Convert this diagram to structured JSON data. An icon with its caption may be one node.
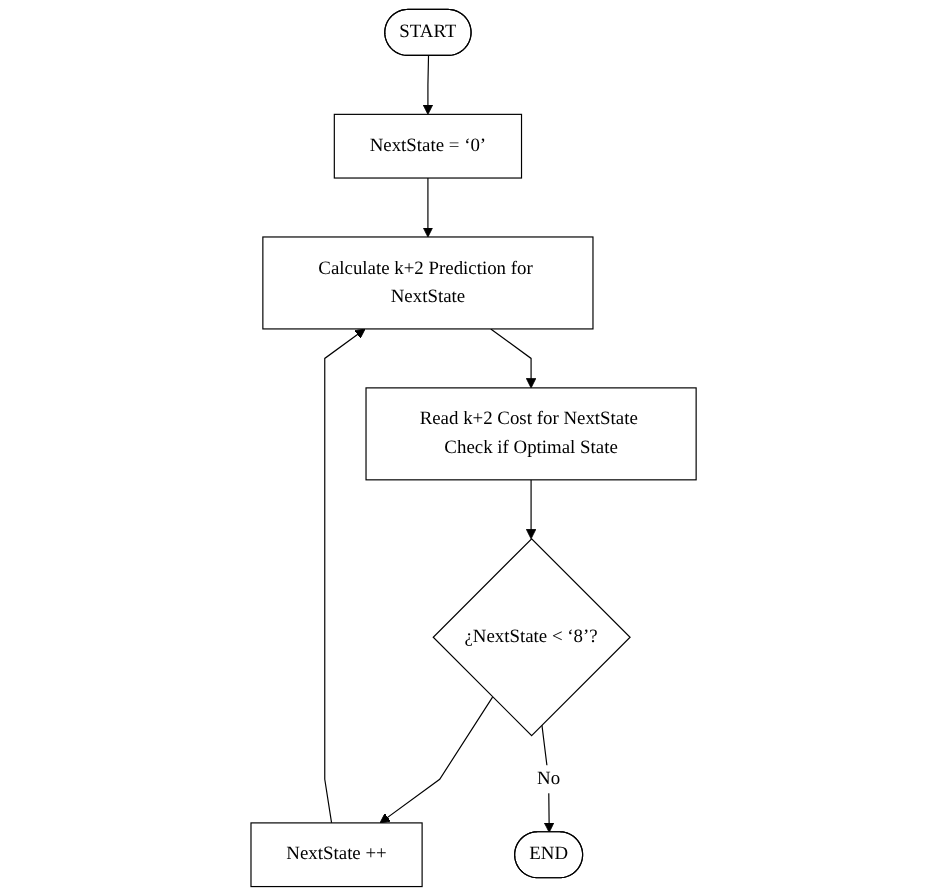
{
  "diagram": {
    "nodes": [
      {
        "text": [
          "START"
        ]
      },
      {
        "text": [
          "NextState = ‘0’"
        ]
      },
      {
        "text": [
          "Calculate k+2 Prediction for NextState"
        ]
      },
      {
        "text": [
          "Read k+2 Cost for NextState Check if Optimal State"
        ]
      },
      {
        "text": [
          "¿NextState < ‘8’?"
        ]
      },
      {
        "text": [
          "NextState ++"
        ]
      },
      {
        "text": [
          "END"
        ]
      }
    ],
    "edges": [
      {
        "from": 0,
        "to": 1,
        "arrow": "to"
      },
      {
        "from": 1,
        "to": 2,
        "arrow": "to"
      },
      {
        "from": 2,
        "to": 3,
        "arrow": "to"
      },
      {
        "from": 3,
        "to": 4,
        "arrow": "to"
      },
      {
        "from": 4,
        "to": 5,
        "arrow": "to"
      },
      {
        "from": 4,
        "to": 6,
        "label": "No",
        "arrow": "to"
      },
      {
        "from": 5,
        "to": 2,
        "arrow": "to"
      }
    ]
  }
}
